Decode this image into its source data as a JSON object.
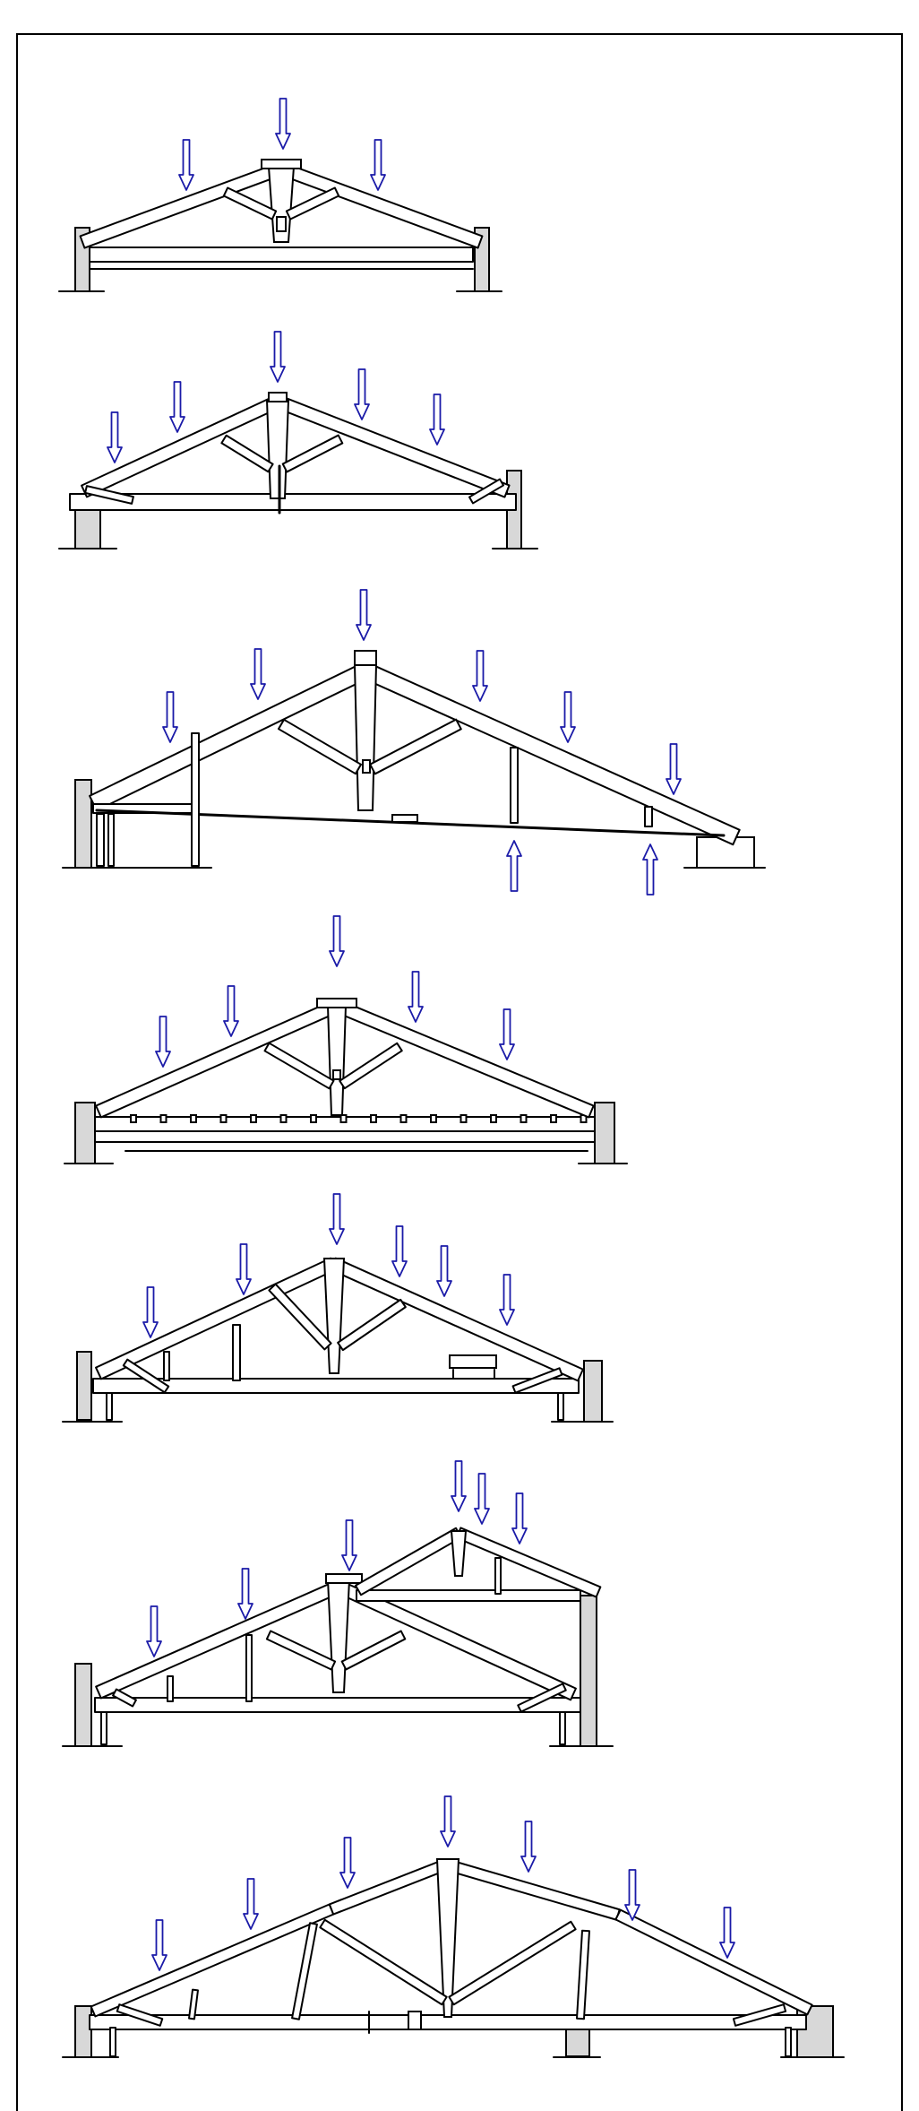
{
  "diagram": {
    "kind": "timber roof truss load diagrams",
    "panel_count": 7,
    "colors": {
      "outline": "#000000",
      "member_fill": "#ffffff",
      "support_fill": "#d8d8d8",
      "load_arrow": "#1a1aa8"
    },
    "panels": [
      {
        "id": "truss-1",
        "load_arrows_down": 3,
        "load_arrows_up": 0
      },
      {
        "id": "truss-2",
        "load_arrows_down": 5,
        "load_arrows_up": 0
      },
      {
        "id": "truss-3",
        "load_arrows_down": 6,
        "load_arrows_up": 2
      },
      {
        "id": "truss-4",
        "load_arrows_down": 5,
        "load_arrows_up": 0
      },
      {
        "id": "truss-5",
        "load_arrows_down": 6,
        "load_arrows_up": 0
      },
      {
        "id": "truss-6",
        "load_arrows_down": 6,
        "load_arrows_up": 0
      },
      {
        "id": "truss-7",
        "load_arrows_down": 7,
        "load_arrows_up": 0
      }
    ]
  }
}
